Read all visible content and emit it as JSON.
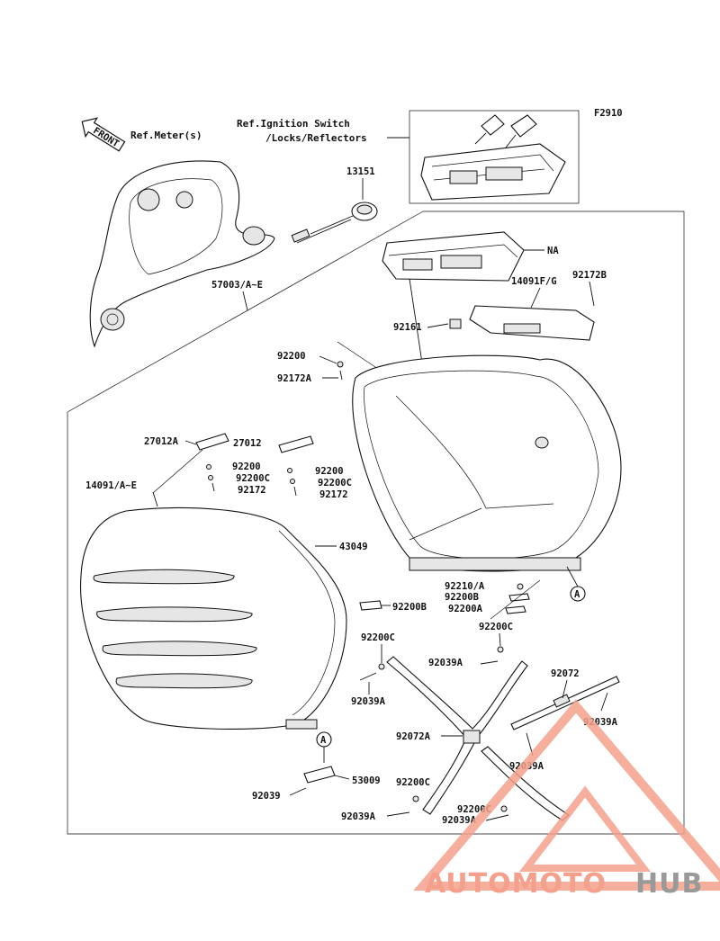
{
  "figure_code": "F2910",
  "front_label": "FRONT",
  "refs": {
    "meter": "Ref.Meter(s)",
    "ignition_1": "Ref.Ignition Switch",
    "ignition_2": "/Locks/Reflectors"
  },
  "parts": {
    "p13151": "13151",
    "p57003": "57003/A~E",
    "pNA": "NA",
    "p14091FG": "14091F/G",
    "p92172B": "92172B",
    "p92161": "92161",
    "p92200_top": "92200",
    "p92172A": "92172A",
    "p27012A": "27012A",
    "p27012": "27012",
    "p92200_l": "92200",
    "p92200C_l": "92200C",
    "p92172_l": "92172",
    "p92200_r": "92200",
    "p92200C_r": "92200C",
    "p92172_r": "92172",
    "p14091AE": "14091/A~E",
    "p43049": "43049",
    "p92210A": "92210/A",
    "p92200B_a": "92200B",
    "p92200A": "92200A",
    "p92200B_b": "92200B",
    "p92200C_1": "92200C",
    "p92200C_2": "92200C",
    "p92039A_1": "92039A",
    "p92039A_2": "92039A",
    "p92072": "92072",
    "p92039A_3": "92039A",
    "p92072A": "92072A",
    "p92039A_4": "92039A",
    "p53009": "53009",
    "p92039": "92039",
    "p92200C_3": "92200C",
    "p92039A_5": "92039A",
    "p92200C_4": "92200C",
    "p92039A_6": "92039A",
    "marker_a1": "A",
    "marker_a2": "A"
  },
  "watermark": {
    "part1": "AUTOMOTO",
    "part2": "HUB",
    "accent_color": "#f4a08c",
    "gray_color": "#999999"
  }
}
